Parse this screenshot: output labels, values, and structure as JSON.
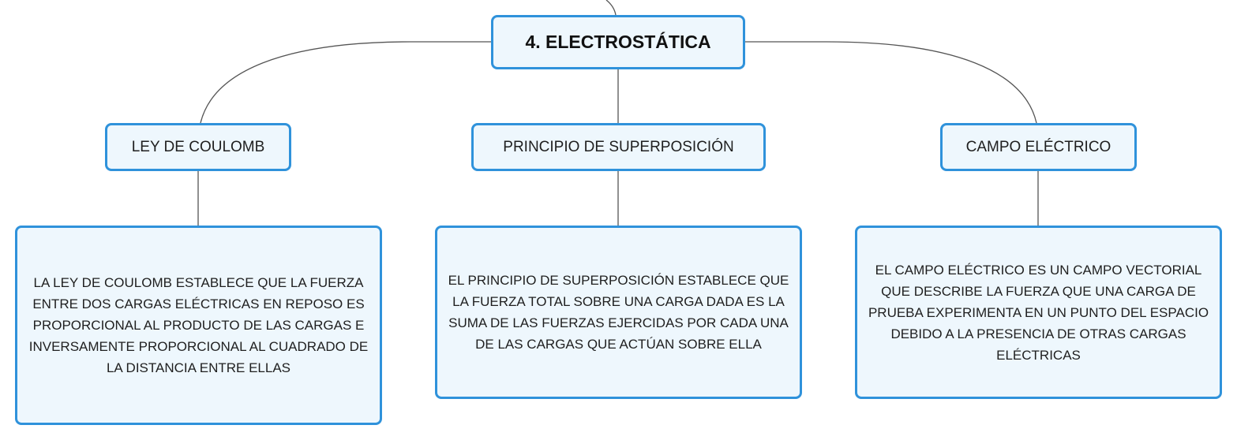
{
  "colors": {
    "node_border": "#2f92db",
    "node_fill": "#eef7fd",
    "connector": "#555555"
  },
  "root": {
    "label": "4. ELECTROSTÁTICA"
  },
  "topics": [
    {
      "label": "LEY DE COULOMB",
      "description": "LA LEY DE COULOMB ESTABLECE QUE LA FUERZA ENTRE DOS CARGAS ELÉCTRICAS EN REPOSO ES PROPORCIONAL AL PRODUCTO DE LAS CARGAS E INVERSAMENTE PROPORCIONAL AL CUADRADO DE LA DISTANCIA ENTRE ELLAS"
    },
    {
      "label": "PRINCIPIO DE SUPERPOSICIÓN",
      "description": "EL PRINCIPIO DE SUPERPOSICIÓN ESTABLECE QUE LA FUERZA TOTAL SOBRE UNA CARGA DADA ES LA SUMA DE LAS FUERZAS EJERCIDAS POR CADA UNA DE LAS CARGAS QUE ACTÚAN SOBRE ELLA"
    },
    {
      "label": "CAMPO ELÉCTRICO",
      "description": "EL CAMPO ELÉCTRICO ES UN CAMPO VECTORIAL QUE DESCRIBE LA FUERZA QUE UNA CARGA DE PRUEBA EXPERIMENTA EN UN PUNTO DEL ESPACIO DEBIDO A LA PRESENCIA DE OTRAS CARGAS ELÉCTRICAS"
    }
  ]
}
